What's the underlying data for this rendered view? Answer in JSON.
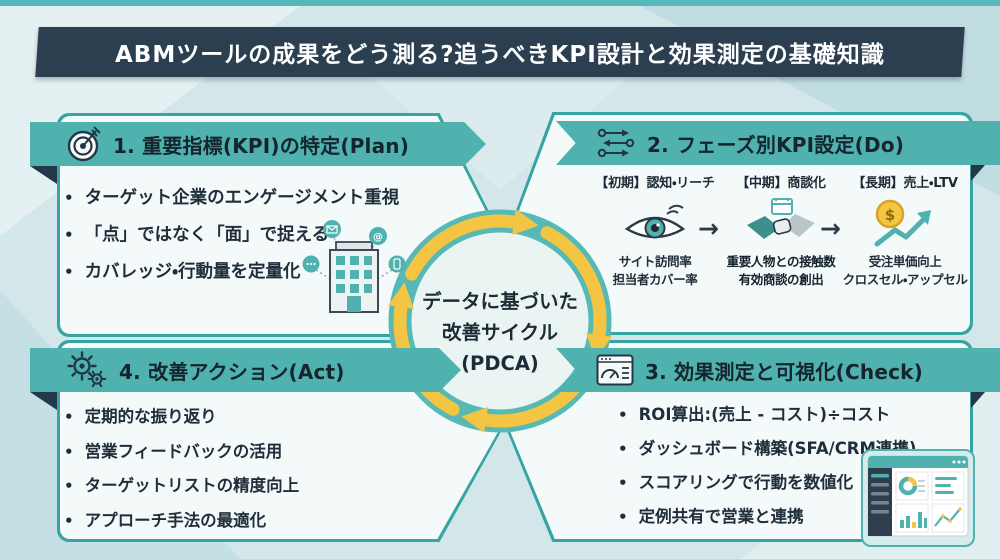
{
  "title": "ABMツールの成果をどう測る?追うべきKPI設計と効果測定の基礎知識",
  "center": {
    "line1": "データに基づいた",
    "line2": "改善サイクル",
    "line3": "(PDCA)"
  },
  "cards": {
    "plan": {
      "header": "1. 重要指標(KPI)の特定(Plan)",
      "bullets": [
        "ターゲット企業のエンゲージメント重視",
        "「点」ではなく「面」で捉える",
        "カバレッジ・行動量を定量化"
      ]
    },
    "do": {
      "header": "2. フェーズ別KPI設定(Do)",
      "arrow": "→",
      "phases": [
        {
          "label": "【初期】認知・リーチ",
          "metric1": "サイト訪問率",
          "metric2": "担当者カバー率"
        },
        {
          "label": "【中期】商談化",
          "metric1": "重要人物との接触数",
          "metric2": "有効商談の創出"
        },
        {
          "label": "【長期】売上・LTV",
          "metric1": "受注単価向上",
          "metric2": "クロスセル・アップセル"
        }
      ]
    },
    "check": {
      "header": "3. 効果測定と可視化(Check)",
      "bullets": [
        "ROI算出:(売上 - コスト)÷コスト",
        "ダッシュボード構築(SFA/CRM連携)",
        "スコアリングで行動を数値化",
        "定例共有で営業と連携"
      ]
    },
    "act": {
      "header": "4. 改善アクション(Act)",
      "bullets": [
        "定期的な振り返り",
        "営業フィードバックの活用",
        "ターゲットリストの精度向上",
        "アプローチ手法の最適化"
      ]
    }
  },
  "colors": {
    "teal": "#4FB2AF",
    "teal_border": "#35A4A2",
    "yellow": "#F3C542",
    "navy": "#2B3F50",
    "background": "#D3E7EA",
    "card_fill": "#F4FAFA"
  }
}
